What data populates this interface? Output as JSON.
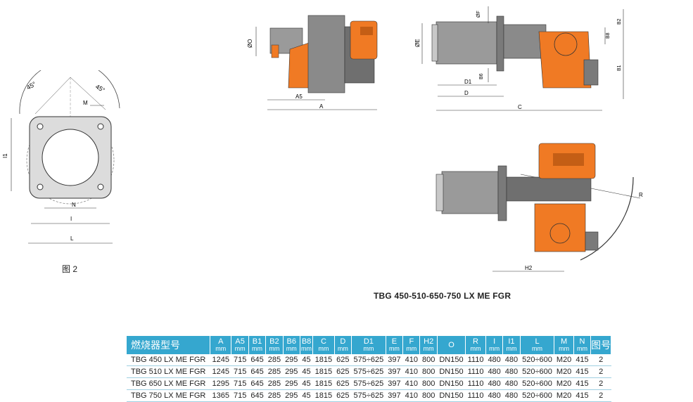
{
  "flange_view": {
    "angle_left": "45°",
    "angle_right": "45°",
    "dim_M": "M",
    "dim_N": "N",
    "dim_I": "I",
    "dim_L": "L",
    "dim_I1": "I1",
    "caption": "图 2"
  },
  "side_view": {
    "dim_O": "ØO",
    "dim_A5": "A5",
    "dim_A": "A"
  },
  "front_view": {
    "dim_E": "ØE",
    "dim_F": "ØF",
    "dim_D1": "D1",
    "dim_D": "D",
    "dim_B6": "B6",
    "dim_C": "C",
    "dim_B8": "B8",
    "dim_B2": "B2",
    "dim_B1": "B1"
  },
  "top_view": {
    "dim_R": "R",
    "dim_H2": "H2"
  },
  "model_title": "TBG 450-510-650-750 LX ME FGR",
  "table": {
    "model_header": "燃烧器型号",
    "fig_header": "图号",
    "unit": "mm",
    "columns": [
      {
        "name": "A",
        "unit": true
      },
      {
        "name": "A5",
        "unit": true
      },
      {
        "name": "B1",
        "unit": true
      },
      {
        "name": "B2",
        "unit": true
      },
      {
        "name": "B6",
        "unit": true
      },
      {
        "name": "B8",
        "unit": true
      },
      {
        "name": "C",
        "unit": true
      },
      {
        "name": "D",
        "unit": true
      },
      {
        "name": "D1",
        "unit": true
      },
      {
        "name": "E",
        "unit": true
      },
      {
        "name": "F",
        "unit": true
      },
      {
        "name": "H2",
        "unit": true
      },
      {
        "name": "O",
        "unit": false
      },
      {
        "name": "R",
        "unit": true
      },
      {
        "name": "I",
        "unit": true
      },
      {
        "name": "I1",
        "unit": true
      },
      {
        "name": "L",
        "unit": true
      },
      {
        "name": "M",
        "unit": true
      },
      {
        "name": "N",
        "unit": true
      }
    ],
    "rows": [
      [
        "TBG 450 LX ME FGR",
        "1245",
        "715",
        "645",
        "285",
        "295",
        "45",
        "1815",
        "625",
        "575÷625",
        "397",
        "410",
        "800",
        "DN150",
        "1110",
        "480",
        "480",
        "520÷600",
        "M20",
        "415",
        "2"
      ],
      [
        "TBG 510 LX ME FGR",
        "1245",
        "715",
        "645",
        "285",
        "295",
        "45",
        "1815",
        "625",
        "575÷625",
        "397",
        "410",
        "800",
        "DN150",
        "1110",
        "480",
        "480",
        "520÷600",
        "M20",
        "415",
        "2"
      ],
      [
        "TBG 650 LX ME FGR",
        "1295",
        "715",
        "645",
        "285",
        "295",
        "45",
        "1815",
        "625",
        "575÷625",
        "397",
        "410",
        "800",
        "DN150",
        "1110",
        "480",
        "480",
        "520÷600",
        "M20",
        "415",
        "2"
      ],
      [
        "TBG 750 LX ME FGR",
        "1365",
        "715",
        "645",
        "285",
        "295",
        "45",
        "1815",
        "625",
        "575÷625",
        "397",
        "410",
        "800",
        "DN150",
        "1110",
        "480",
        "480",
        "520÷600",
        "M20",
        "415",
        "2"
      ]
    ]
  },
  "colors": {
    "orange": "#f07a24",
    "gray": "#8a8a8a",
    "dark_gray": "#5f5f5f",
    "header_blue": "#35a7cf"
  }
}
